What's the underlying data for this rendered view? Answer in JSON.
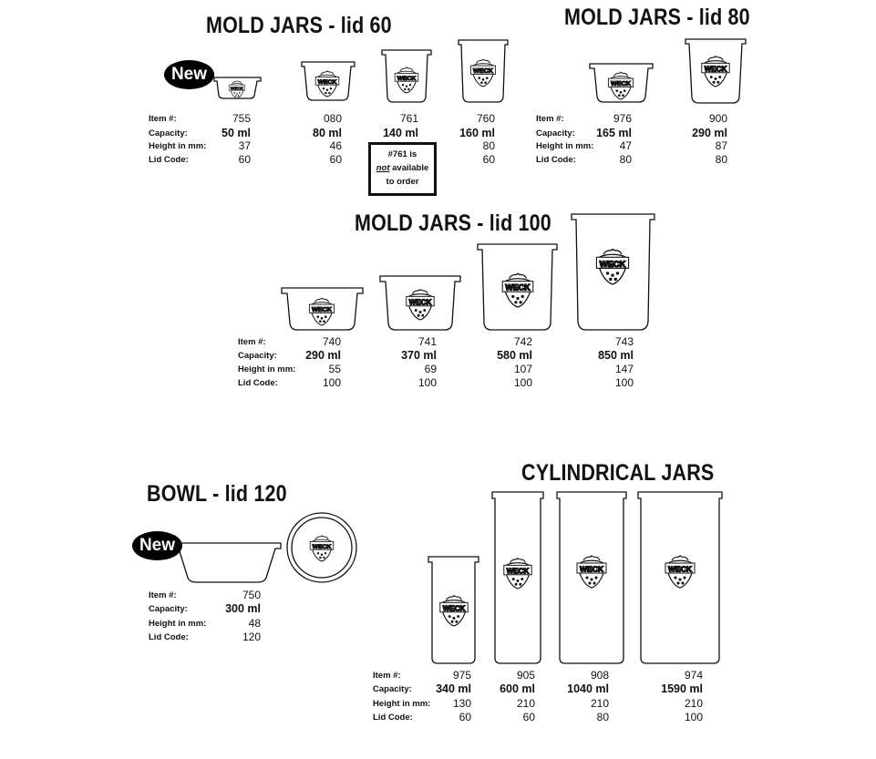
{
  "titles": {
    "lid60": "MOLD JARS - lid 60",
    "lid80": "MOLD JARS - lid 80",
    "lid100": "MOLD JARS - lid 100",
    "bowl": "BOWL - lid 120",
    "cylindrical": "CYLINDRICAL JARS"
  },
  "labels": {
    "item": "Item #:",
    "capacity": "Capacity:",
    "height": "Height in mm:",
    "lid": "Lid Code:"
  },
  "badge": "New",
  "jar_logo": "WECK",
  "notice": {
    "line1": "#761 is",
    "line2_em": "not",
    "line2_rest": " available",
    "line3": "to order"
  },
  "groups": {
    "lid60": [
      {
        "item": "755",
        "capacity": "50 ml",
        "height": "37",
        "lid": "60"
      },
      {
        "item": "080",
        "capacity": "80 ml",
        "height": "46",
        "lid": "60"
      },
      {
        "item": "761",
        "capacity": "140 ml",
        "height": "",
        "lid": ""
      },
      {
        "item": "760",
        "capacity": "160 ml",
        "height": "80",
        "lid": "60"
      }
    ],
    "lid80": [
      {
        "item": "976",
        "capacity": "165 ml",
        "height": "47",
        "lid": "80"
      },
      {
        "item": "900",
        "capacity": "290 ml",
        "height": "87",
        "lid": "80"
      }
    ],
    "lid100": [
      {
        "item": "740",
        "capacity": "290 ml",
        "height": "55",
        "lid": "100"
      },
      {
        "item": "741",
        "capacity": "370 ml",
        "height": "69",
        "lid": "100"
      },
      {
        "item": "742",
        "capacity": "580 ml",
        "height": "107",
        "lid": "100"
      },
      {
        "item": "743",
        "capacity": "850 ml",
        "height": "147",
        "lid": "100"
      }
    ],
    "bowl": [
      {
        "item": "750",
        "capacity": "300 ml",
        "height": "48",
        "lid": "120"
      }
    ],
    "cylindrical": [
      {
        "item": "975",
        "capacity": "340 ml",
        "height": "130",
        "lid": "60"
      },
      {
        "item": "905",
        "capacity": "600 ml",
        "height": "210",
        "lid": "60"
      },
      {
        "item": "908",
        "capacity": "1040 ml",
        "height": "210",
        "lid": "80"
      },
      {
        "item": "974",
        "capacity": "1590 ml",
        "height": "210",
        "lid": "100"
      }
    ]
  }
}
